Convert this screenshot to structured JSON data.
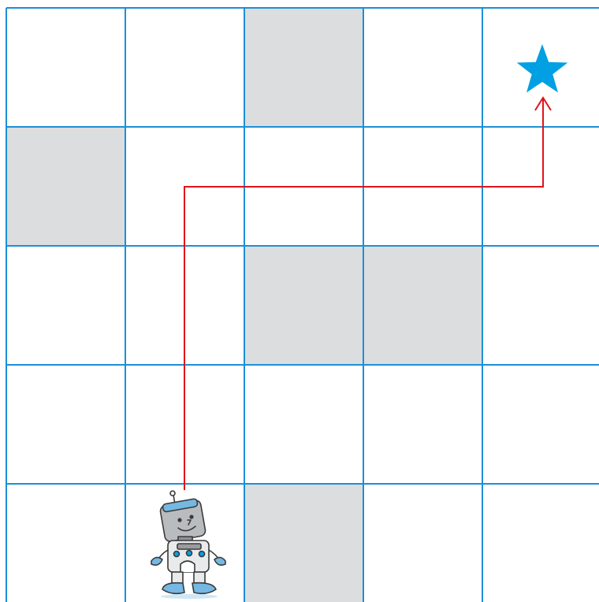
{
  "grid": {
    "rows": 5,
    "cols": 5,
    "line_color": "#1c8fd6",
    "blocked_color": "#dcdddf",
    "empty_color": "#ffffff",
    "blocked_cells": [
      {
        "row": 0,
        "col": 2
      },
      {
        "row": 1,
        "col": 0
      },
      {
        "row": 2,
        "col": 2
      },
      {
        "row": 2,
        "col": 3
      },
      {
        "row": 4,
        "col": 2
      }
    ]
  },
  "robot": {
    "row": 4,
    "col": 1,
    "icon": "robot-icon"
  },
  "goal": {
    "row": 0,
    "col": 4,
    "icon": "star-icon",
    "color": "#00a0e3"
  },
  "path": {
    "color": "#e0141b",
    "moves": [
      "up",
      "up",
      "up",
      "right",
      "right",
      "right",
      "up"
    ]
  }
}
